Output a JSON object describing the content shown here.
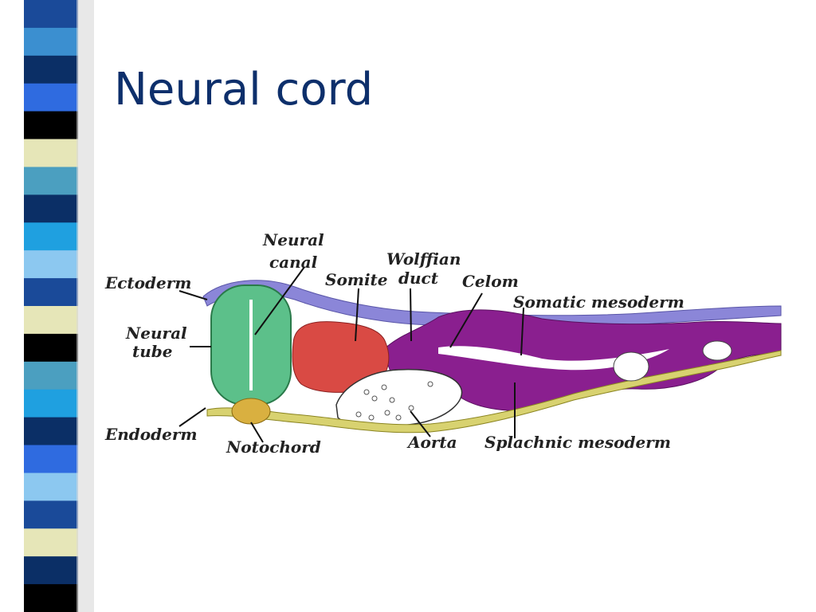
{
  "slide": {
    "title": "Neural cord"
  },
  "decoration": {
    "stripe_colors": [
      "#1a4a99",
      "#3b8fd0",
      "#0b2f66",
      "#2f6be0",
      "#000000",
      "#e6e6b8",
      "#4b9fc0",
      "#0b2f66",
      "#1fa0e0",
      "#8cc8f0",
      "#1a4a99",
      "#e6e6b8",
      "#000000",
      "#4b9fc0",
      "#1fa0e0",
      "#0b2f66",
      "#2f6be0",
      "#8cc8f0",
      "#1a4a99",
      "#e6e6b8",
      "#0b2f66",
      "#000000"
    ]
  },
  "diagram": {
    "labels": {
      "neural_canal_line1": "Neural",
      "neural_canal_line2": "canal",
      "wolffian_duct_line1": "Wolffian",
      "wolffian_duct_line2": "duct",
      "somite": "Somite",
      "celom": "Celom",
      "ectoderm": "Ectoderm",
      "somatic_mesoderm": "Somatic mesoderm",
      "neural_tube_line1": "Neural",
      "neural_tube_line2": "tube",
      "endoderm": "Endoderm",
      "notochord": "Notochord",
      "aorta": "Aorta",
      "splachnic_mesoderm": "Splachnic mesoderm"
    },
    "colors": {
      "ectoderm": "#8b86d8",
      "neural_tube": "#5cc08a",
      "somite": "#d94a44",
      "mesoderm": "#8a1f8f",
      "endoderm": "#d8d270",
      "notochord": "#d9b040"
    }
  }
}
